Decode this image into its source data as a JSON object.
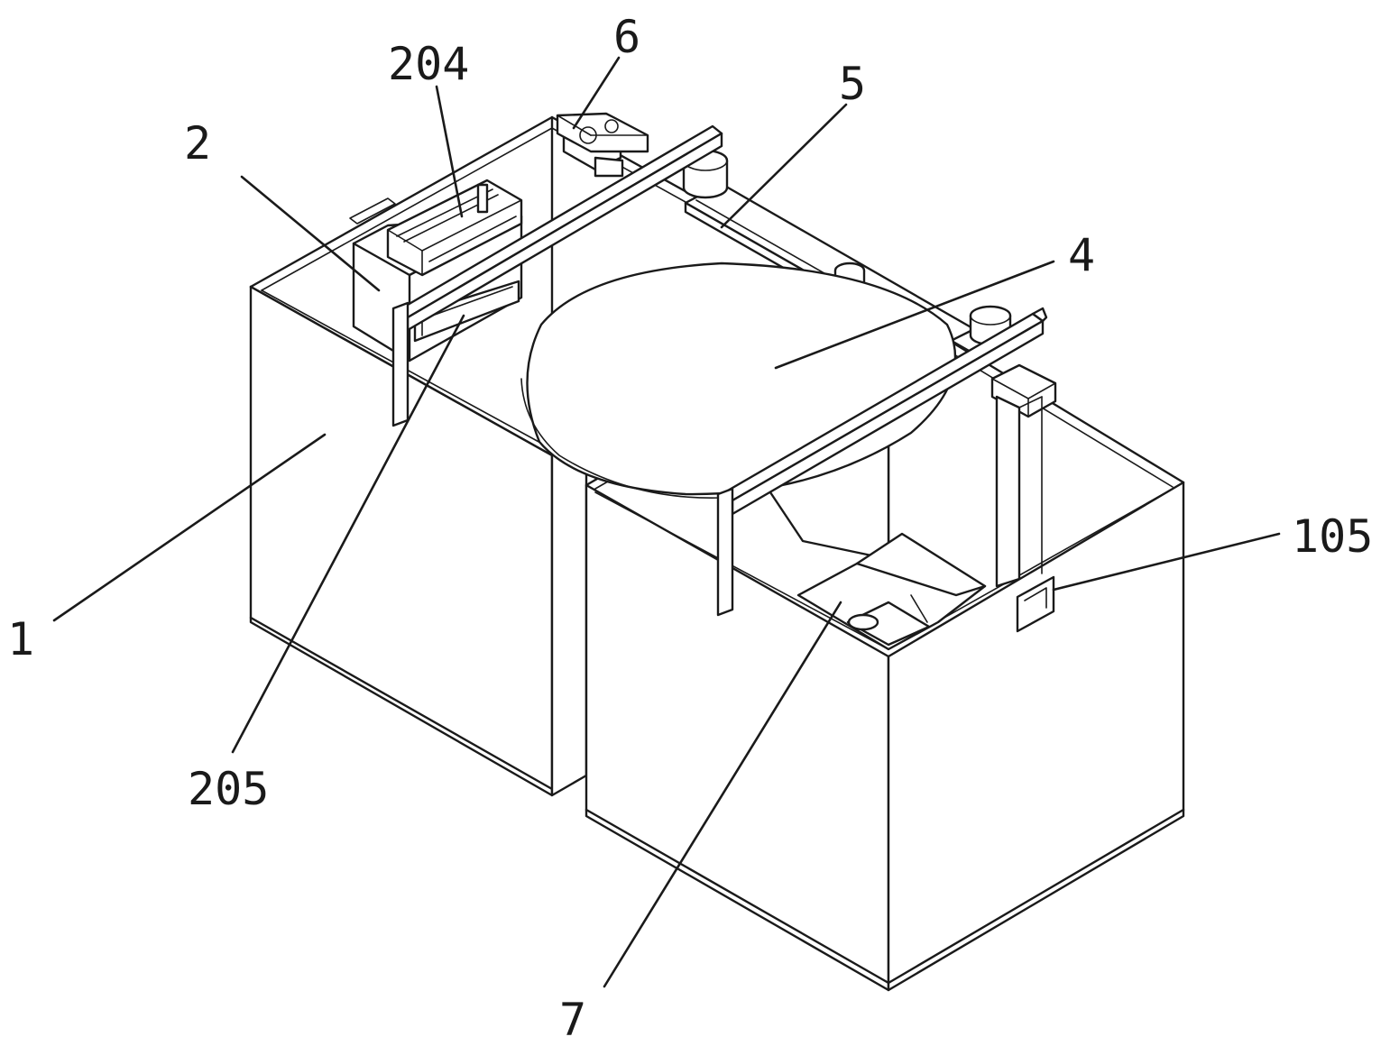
{
  "figure": {
    "labels": [
      {
        "key": "1",
        "text": "1"
      },
      {
        "key": "2",
        "text": "2"
      },
      {
        "key": "4",
        "text": "4"
      },
      {
        "key": "5",
        "text": "5"
      },
      {
        "key": "6",
        "text": "6"
      },
      {
        "key": "7",
        "text": "7"
      },
      {
        "key": "105",
        "text": "105"
      },
      {
        "key": "204",
        "text": "204"
      },
      {
        "key": "205",
        "text": "205"
      }
    ]
  }
}
